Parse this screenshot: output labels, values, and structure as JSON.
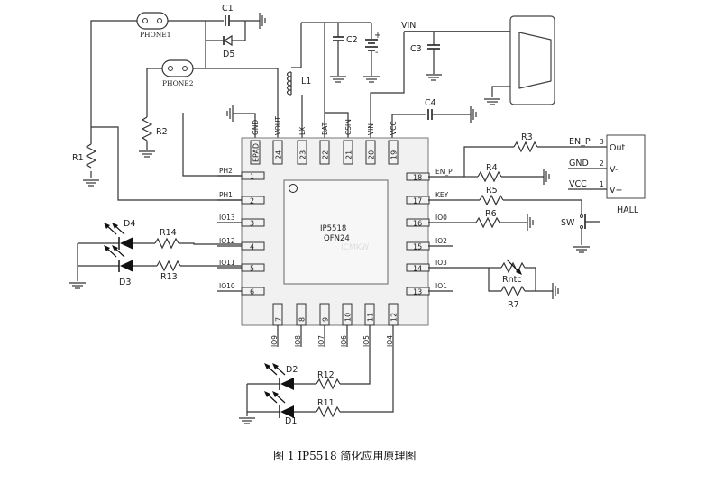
{
  "caption": "图 1   IP5518 简化应用原理图",
  "chip": {
    "name": "IP5518",
    "package": "QFN24",
    "watermark": "ICMKW",
    "top_pins": [
      {
        "num": "EPAD",
        "signal": "GND"
      },
      {
        "num": "24",
        "signal": "VOUT"
      },
      {
        "num": "23",
        "signal": "LX"
      },
      {
        "num": "22",
        "signal": "BAT"
      },
      {
        "num": "21",
        "signal": "CSIN"
      },
      {
        "num": "20",
        "signal": "VIN"
      },
      {
        "num": "19",
        "signal": "VCC"
      }
    ],
    "left_pins": [
      {
        "num": "1",
        "signal": "PH2"
      },
      {
        "num": "2",
        "signal": "PH1"
      },
      {
        "num": "3",
        "signal": "IO13"
      },
      {
        "num": "4",
        "signal": "IO12"
      },
      {
        "num": "5",
        "signal": "IO11"
      },
      {
        "num": "6",
        "signal": "IO10"
      }
    ],
    "right_pins": [
      {
        "num": "18",
        "signal": "EN_P"
      },
      {
        "num": "17",
        "signal": "KEY"
      },
      {
        "num": "16",
        "signal": "IO0"
      },
      {
        "num": "15",
        "signal": "IO2"
      },
      {
        "num": "14",
        "signal": "IO3"
      },
      {
        "num": "13",
        "signal": "IO1"
      }
    ],
    "bottom_pins": [
      {
        "num": "7",
        "signal": "IO9"
      },
      {
        "num": "8",
        "signal": "IO8"
      },
      {
        "num": "9",
        "signal": "IO7"
      },
      {
        "num": "10",
        "signal": "IO6"
      },
      {
        "num": "11",
        "signal": "IO5"
      },
      {
        "num": "12",
        "signal": "IO4"
      }
    ]
  },
  "components": {
    "phone1": "PHONE1",
    "phone2": "PHONE2",
    "c1": "C1",
    "d5": "D5",
    "c2": "C2",
    "l1": "L1",
    "c3": "C3",
    "c4": "C4",
    "vin": "VIN",
    "r1": "R1",
    "r2": "R2",
    "r3": "R3",
    "r4": "R4",
    "r5": "R5",
    "r6": "R6",
    "r7": "R7",
    "rntc": "Rntc",
    "r11": "R11",
    "r12": "R12",
    "r13": "R13",
    "r14": "R14",
    "d1": "D1",
    "d2": "D2",
    "d3": "D3",
    "d4": "D4",
    "sw": "SW",
    "battery_plus": "+",
    "battery_minus": "-"
  },
  "hall": {
    "label": "HALL",
    "pins": [
      {
        "num": "3",
        "net": "EN_P",
        "name": "Out"
      },
      {
        "num": "2",
        "net": "GND",
        "name": "V-"
      },
      {
        "num": "1",
        "net": "VCC",
        "name": "V+"
      }
    ]
  }
}
